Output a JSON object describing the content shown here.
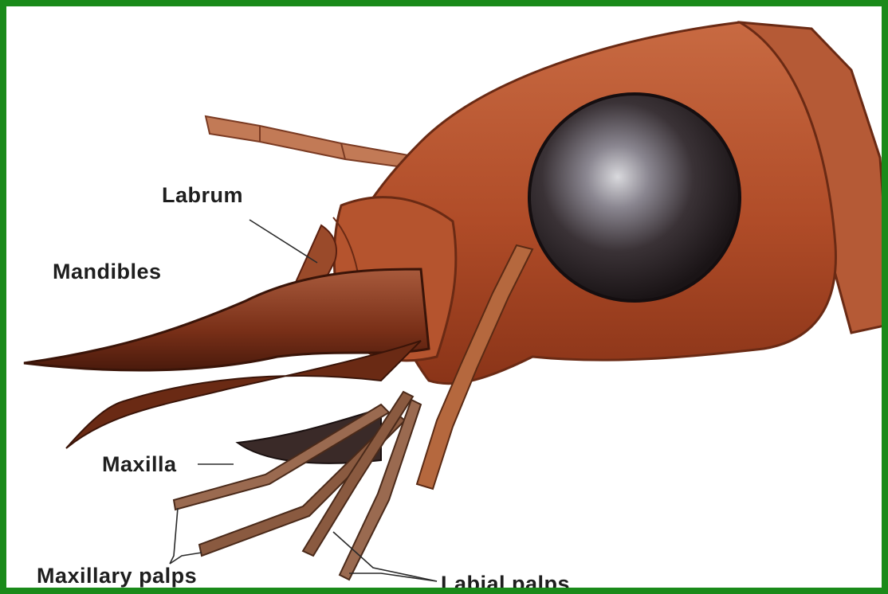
{
  "diagram": {
    "colors": {
      "frame": "#1a8a1a",
      "head": "#b2502c",
      "head_dark": "#7a3018",
      "eye": "#2a2226",
      "mandible": "#8a3a1e",
      "palp": "#8a5a40",
      "label_text": "#1e1e1e"
    },
    "labels": {
      "labrum": "Labrum",
      "mandibles": "Mandibles",
      "maxilla": "Maxilla",
      "maxillary_palps": "Maxillary palps",
      "labial_palps": "Labial palps"
    }
  }
}
